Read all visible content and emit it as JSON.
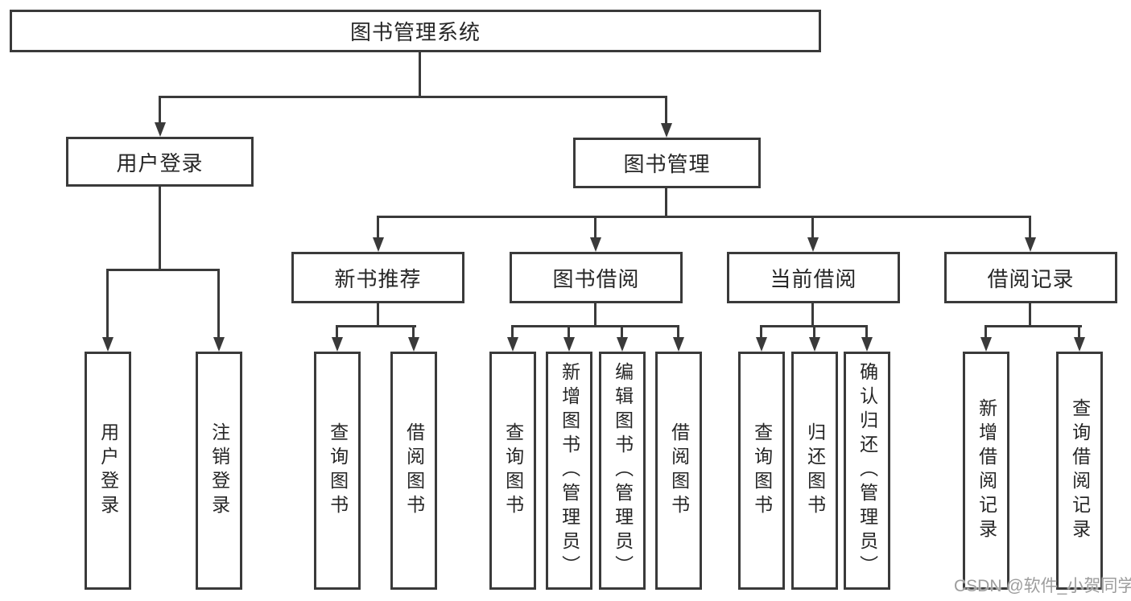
{
  "diagram_title": "图书管理系统",
  "colors": {
    "line": "#3a3a3a",
    "box_border": "#3a3a3a",
    "text": "#262626",
    "watermark": "#9d9d9d",
    "background": "#ffffff"
  },
  "watermark": {
    "text": "CSDN @软件_小贺同学"
  },
  "tree": {
    "root": {
      "label": "图书管理系统"
    },
    "children": [
      {
        "label": "用户登录",
        "children": [
          {
            "label": "用户登录"
          },
          {
            "label": "注销登录"
          }
        ]
      },
      {
        "label": "图书管理",
        "children": [
          {
            "label": "新书推荐",
            "children": [
              {
                "label": "查询图书"
              },
              {
                "label": "借阅图书"
              }
            ]
          },
          {
            "label": "图书借阅",
            "children": [
              {
                "label": "查询图书"
              },
              {
                "label": "新增图书（管理员）"
              },
              {
                "label": "编辑图书（管理员）"
              },
              {
                "label": "借阅图书"
              }
            ]
          },
          {
            "label": "当前借阅",
            "children": [
              {
                "label": "查询图书"
              },
              {
                "label": "归还图书"
              },
              {
                "label": "确认归还（管理员）"
              }
            ]
          },
          {
            "label": "借阅记录",
            "children": [
              {
                "label": "新增借阅记录"
              },
              {
                "label": "查询借阅记录"
              }
            ]
          }
        ]
      }
    ]
  }
}
